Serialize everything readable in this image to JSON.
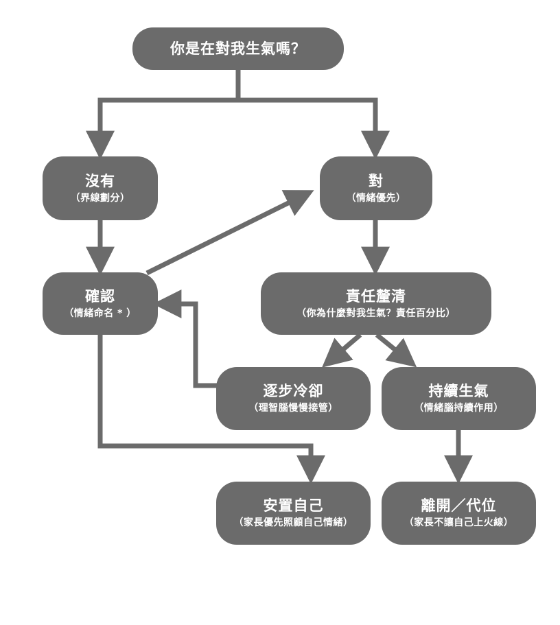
{
  "nodes": {
    "start": {
      "title": "你是在對我生氣嗎？"
    },
    "no": {
      "title": "沒有",
      "subtitle": "（界線劃分）"
    },
    "yes": {
      "title": "對",
      "subtitle": "（情緒優先）"
    },
    "confirm": {
      "title": "確認",
      "subtitle": "（情緒命名 * ）"
    },
    "clarify": {
      "title": "責任釐清",
      "subtitle": "（你為什麼對我生氣？責任百分比）"
    },
    "cooldown": {
      "title": "逐步冷卻",
      "subtitle": "（理智腦慢慢接管）"
    },
    "angry": {
      "title": "持續生氣",
      "subtitle": "（情緒腦持續作用）"
    },
    "self": {
      "title": "安置自己",
      "subtitle": "（家長優先照顧自己情緒）"
    },
    "leave": {
      "title": "離開／代位",
      "subtitle": "（家長不讓自己上火線）"
    }
  },
  "colors": {
    "node_fill": "#6b6b6b",
    "connector": "#6b6b6b",
    "text": "#ffffff"
  }
}
